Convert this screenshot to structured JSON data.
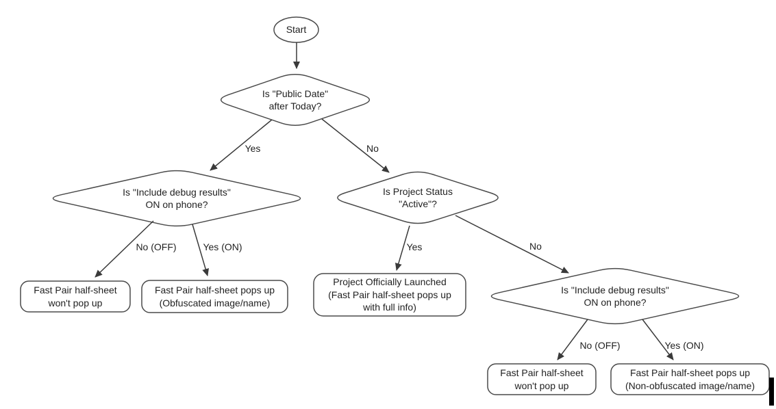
{
  "flowchart": {
    "nodes": {
      "start": {
        "label": "Start"
      },
      "public_date": {
        "label": "Is \"Public Date\"\nafter Today?"
      },
      "debug_left": {
        "label": "Is \"Include debug results\"\nON on phone?"
      },
      "project_status": {
        "label": "Is Project Status\n\"Active\"?"
      },
      "debug_right": {
        "label": "Is \"Include debug results\"\nON on phone?"
      },
      "no_popup_left": {
        "label": "Fast Pair half-sheet\nwon't pop up"
      },
      "obfuscated": {
        "label": "Fast Pair half-sheet pops up\n(Obfuscated image/name)"
      },
      "launched": {
        "label": "Project Officially Launched\n(Fast Pair half-sheet pops up\nwith full info)"
      },
      "no_popup_right": {
        "label": "Fast Pair half-sheet\nwon't pop up"
      },
      "non_obfuscated": {
        "label": "Fast Pair half-sheet pops up\n(Non-obfuscated image/name)"
      }
    },
    "edge_labels": {
      "yes_1": "Yes",
      "no_1": "No",
      "no_off_left": "No (OFF)",
      "yes_on_left": "Yes (ON)",
      "yes_2": "Yes",
      "no_2": "No",
      "no_off_right": "No (OFF)",
      "yes_on_right": "Yes (ON)"
    },
    "colors": {
      "shape_stroke": "#4a4a4a",
      "arrow_stroke": "#3a3a3a",
      "text": "#1f1f1f",
      "background": "#ffffff",
      "cursor_bar": "#000000"
    }
  }
}
